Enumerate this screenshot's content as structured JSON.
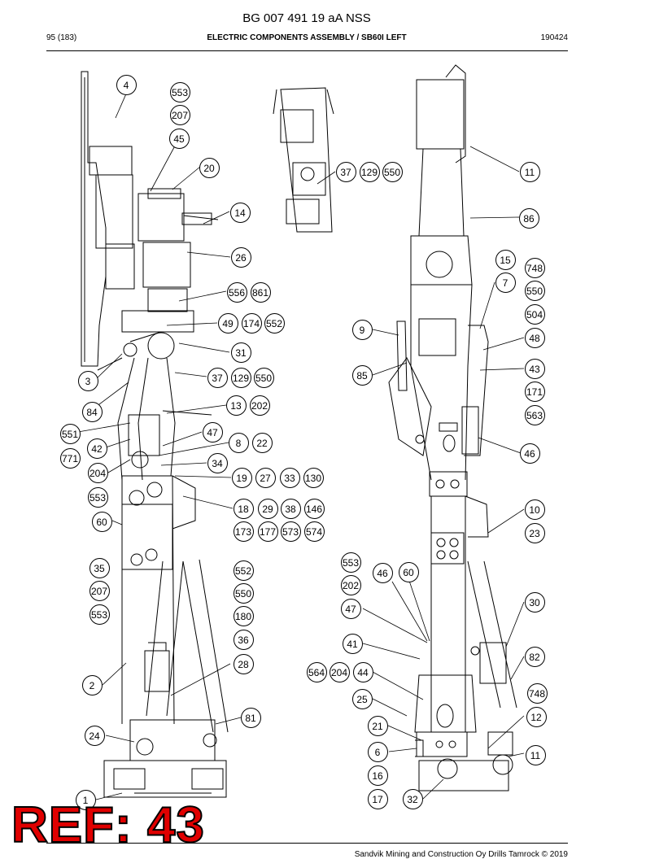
{
  "header": {
    "doc_code": "BG 007 491 19 aA NSS",
    "page_ref": "95 (183)",
    "section_title": "ELECTRIC COMPONENTS ASSEMBLY / SB60I LEFT",
    "date_code": "190424"
  },
  "stamp": {
    "text": "REF: 43",
    "color": "#e00000"
  },
  "footer": {
    "copyright": "Sandvik Mining and Construction Oy Drills Tamrock © 2019"
  },
  "callouts": [
    "4",
    "553",
    "207",
    "45",
    "20",
    "14",
    "26",
    "556",
    "861",
    "49",
    "174",
    "552",
    "31",
    "3",
    "37",
    "129",
    "550",
    "84",
    "13",
    "202",
    "551",
    "42",
    "771",
    "47",
    "8",
    "22",
    "204",
    "34",
    "19",
    "27",
    "33",
    "130",
    "553",
    "18",
    "29",
    "38",
    "146",
    "60",
    "173",
    "177",
    "573",
    "574",
    "35",
    "207",
    "553",
    "552",
    "550",
    "180",
    "36",
    "28",
    "2",
    "81",
    "24",
    "1",
    "37",
    "129",
    "550",
    "11",
    "86",
    "15",
    "748",
    "7",
    "550",
    "504",
    "9",
    "48",
    "85",
    "43",
    "171",
    "563",
    "46",
    "10",
    "23",
    "553",
    "202",
    "46",
    "60",
    "47",
    "30",
    "41",
    "82",
    "564",
    "204",
    "44",
    "748",
    "25",
    "12",
    "21",
    "6",
    "11",
    "16",
    "17",
    "32"
  ]
}
